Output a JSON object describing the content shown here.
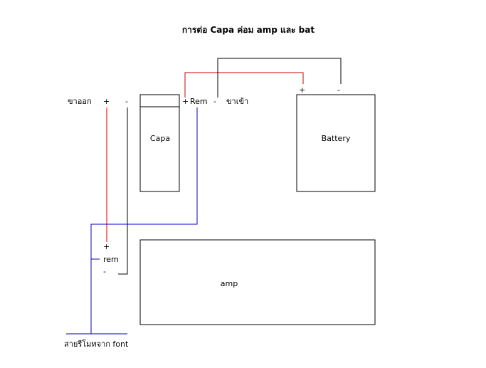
{
  "title": "การต่อ Capa ค่อม amp และ bat",
  "colors": {
    "title": "#cc0000",
    "positive_wire": "#cc0000",
    "ground_wire": "#000000",
    "remote_wire": "#0000cc",
    "box_border": "#000000"
  },
  "capa": {
    "label": "Capa",
    "plus": "+",
    "rem": "Rem",
    "minus": "-",
    "in_label": "ขาเข้า"
  },
  "output": {
    "label": "ขาออก",
    "plus": "+",
    "minus": "-"
  },
  "battery": {
    "label": "Battery",
    "plus": "+",
    "minus": "-"
  },
  "amp": {
    "label": "amp",
    "plus": "+",
    "rem": "rem",
    "minus": "-"
  },
  "remote_source_label": "สายรีโมทจาก font"
}
